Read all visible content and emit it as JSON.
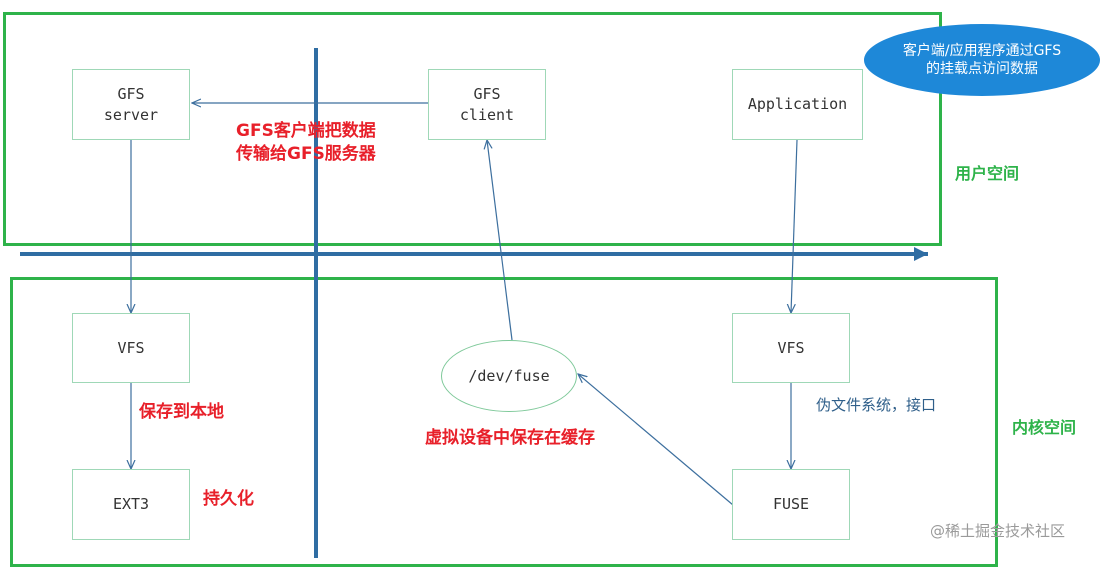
{
  "regions": {
    "user_space_label": "用户空间",
    "kernel_space_label": "内核空间"
  },
  "boxes": {
    "gfs_server": "GFS\nserver",
    "gfs_client": "GFS\nclient",
    "application": "Application",
    "vfs_left": "VFS",
    "ext3": "EXT3",
    "dev_fuse": "/dev/fuse",
    "vfs_right": "VFS",
    "fuse": "FUSE"
  },
  "annotations": {
    "client_to_server": "GFS客户端把数据\n传输给GFS服务器",
    "save_local": "保存到本地",
    "persist": "持久化",
    "virtual_device_cache": "虚拟设备中保存在缓存",
    "pseudo_fs": "伪文件系统，接口",
    "cloud_note": "客户端/应用程序通过GFS\n的挂载点访问数据"
  },
  "watermark": "@稀土掘金技术社区",
  "colors": {
    "region_border": "#2eb34a",
    "axis": "#2f6da3",
    "arrow": "#3d6f9e",
    "red_text": "#e8202a",
    "cloud": "#1e88d8"
  }
}
